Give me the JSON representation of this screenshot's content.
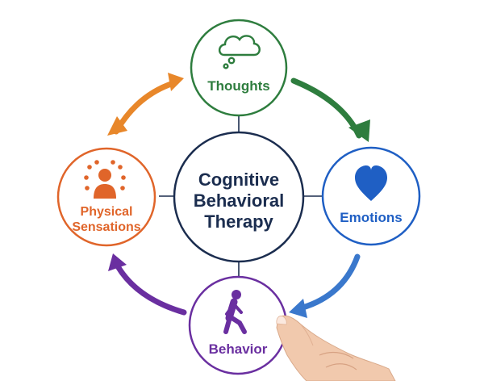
{
  "center": {
    "line1": "Cognitive",
    "line2": "Behavioral",
    "line3": "Therapy",
    "color": "#1b2d4f"
  },
  "nodes": {
    "thoughts": {
      "label": "Thoughts",
      "color": "#2e7d3e",
      "icon": "thought-cloud-icon"
    },
    "emotions": {
      "label": "Emotions",
      "color": "#1f5fc4",
      "icon": "heart-icon"
    },
    "behavior": {
      "label": "Behavior",
      "color": "#6a2fa0",
      "icon": "walking-person-icon"
    },
    "physical": {
      "line1": "Physical",
      "line2": "Sensations",
      "color": "#e0652a",
      "icon": "radiating-person-icon"
    }
  },
  "arrows": {
    "thoughts_to_emotions": "#2e7d3e",
    "emotions_to_behavior": "#3a78cc",
    "behavior_to_physical": "#6a2fa0",
    "physical_thoughts": "#e8872a"
  }
}
